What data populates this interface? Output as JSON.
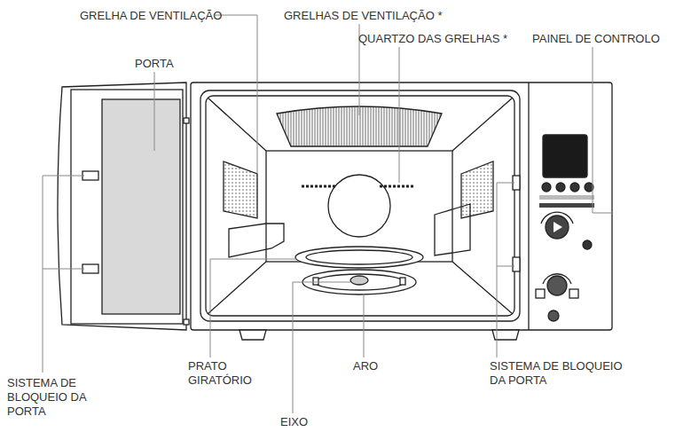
{
  "diagram": {
    "labels": [
      "GRELHA DE VENTILAÇÃO",
      "GRELHAS DE VENTILAÇÃO *",
      "QUARTZO DAS GRELHAS *",
      "PAINEL DE CONTROLO",
      "PORTA",
      "SISTEMA DE BLOQUEIO DA PORTA",
      "PRATO GIRATÓRIO",
      "ARO",
      "SISTEMA DE BLOQUEIO DA PORTA",
      "EIXO"
    ]
  }
}
